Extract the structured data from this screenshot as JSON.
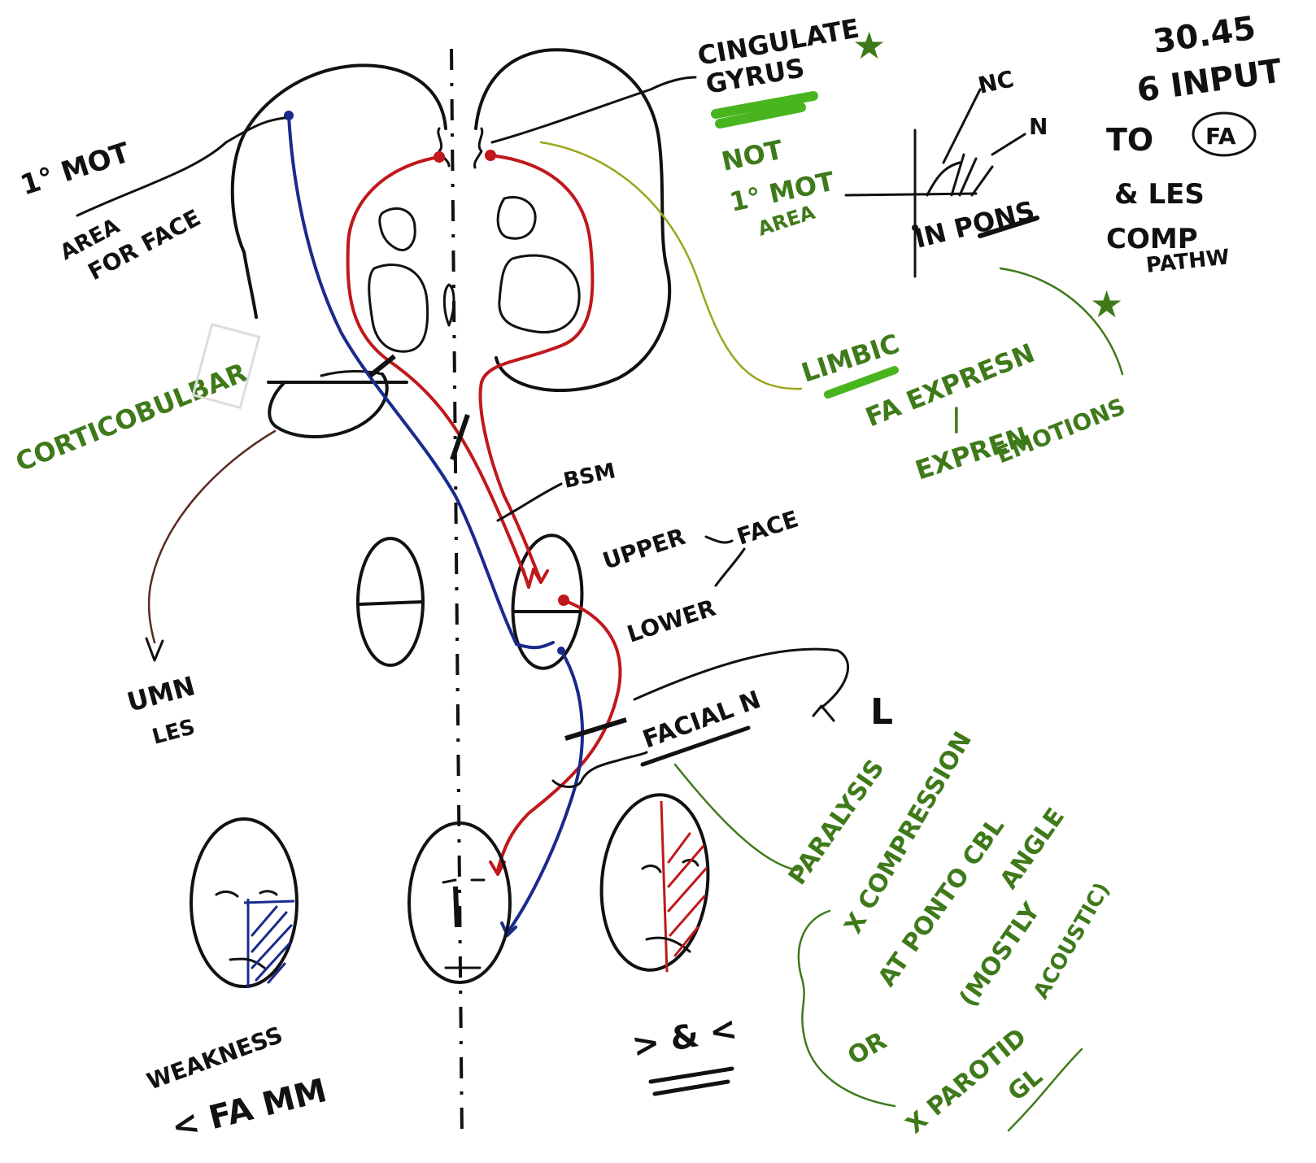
{
  "colors": {
    "ink": "#111111",
    "red": "#c0181c",
    "blue": "#1a2a8c",
    "green": "#3f7a1a",
    "highlighter": "#49b51e",
    "olive": "#9aa61c",
    "brown": "#5a2a22"
  },
  "labels": {
    "primary_motor_area_face": [
      "1° MOT",
      "AREA",
      "FOR FACE"
    ],
    "cingulate_gyrus": [
      "CINGULATE",
      "GYRUS"
    ],
    "not_primary_motor": [
      "NOT",
      "1° MOT",
      "AREA"
    ],
    "in_pons": "IN PONS",
    "nc": "NC",
    "n": "N",
    "time_note": [
      "30.45",
      "6 INPUT",
      "TO",
      "FA",
      "& LES",
      "COMP",
      "PATHW"
    ],
    "limbic": [
      "LIMBIC",
      "FA EXPRESN",
      "|",
      "EXPREN",
      "EMOTIONS"
    ],
    "corticobulbar": "CORTICOBULBAR",
    "bsm": "BSM",
    "upper": "UPPER",
    "face": "FACE",
    "lower": "LOWER",
    "umn_lesion": [
      "UMN",
      "LES"
    ],
    "facial_n": "FACIAL N",
    "l_mark": "L",
    "paralysis": [
      "PARALYSIS",
      "X COMPRESSION",
      "AT PONTO CBL",
      "ANGLE",
      "(MOSTLY",
      "ACOUSTIC)",
      "OR",
      "X PAROTID",
      "GL"
    ],
    "weakness": [
      "WEAKNESS",
      "< FA MM"
    ],
    "greater_less": "> & <"
  }
}
